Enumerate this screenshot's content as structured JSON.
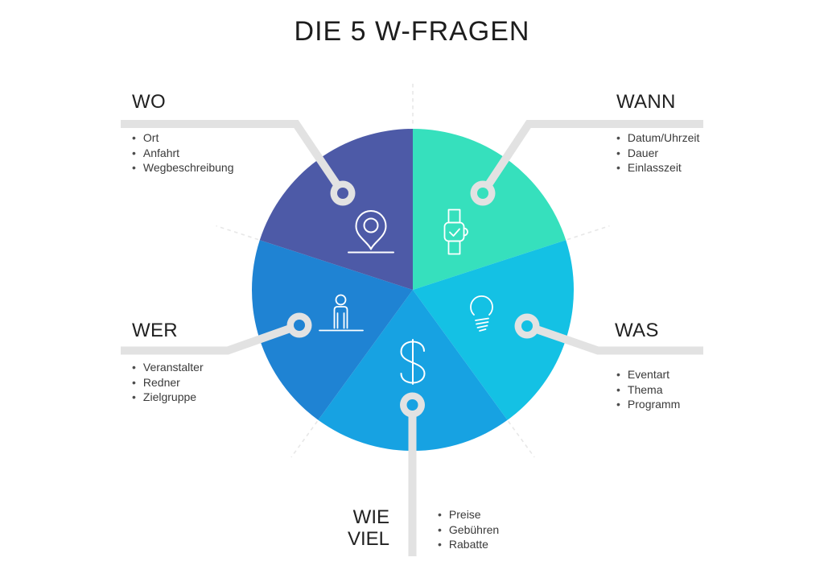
{
  "title": "DIE 5 W-FRAGEN",
  "bullet": "•",
  "colors": {
    "wo": "#4d5aa7",
    "wann": "#36e0bd",
    "was": "#14c1e4",
    "wie_viel": "#17a2e2",
    "wer": "#1f83d3",
    "connector": "#e2e2e2",
    "dashed_guide": "#e7e7e7",
    "icon_stroke": "#ffffff"
  },
  "sections": {
    "wo": {
      "heading": "WO",
      "items": [
        "Ort",
        "Anfahrt",
        "Wegbeschreibung"
      ],
      "icon": "location-pin-icon"
    },
    "wann": {
      "heading": "WANN",
      "items": [
        "Datum/Uhrzeit",
        "Dauer",
        "Einlasszeit"
      ],
      "icon": "smartwatch-icon"
    },
    "was": {
      "heading": "WAS",
      "items": [
        "Eventart",
        "Thema",
        "Programm"
      ],
      "icon": "lightbulb-icon"
    },
    "wie_viel": {
      "heading_line1": "WIE",
      "heading_line2": "VIEL",
      "items": [
        "Preise",
        "Gebühren",
        "Rabatte"
      ],
      "icon": "dollar-icon"
    },
    "wer": {
      "heading": "WER",
      "items": [
        "Veranstalter",
        "Redner",
        "Zielgruppe"
      ],
      "icon": "person-icon"
    }
  },
  "chart_data": {
    "type": "pie",
    "title": "DIE 5 W-FRAGEN",
    "categories": [
      "WANN",
      "WAS",
      "WIE VIEL",
      "WER",
      "WO"
    ],
    "values": [
      20,
      20,
      20,
      20,
      20
    ],
    "colors": [
      "#36e0bd",
      "#14c1e4",
      "#17a2e2",
      "#1f83d3",
      "#4d5aa7"
    ],
    "start_angle_deg": 0,
    "direction": "clockwise",
    "legend": "none"
  }
}
